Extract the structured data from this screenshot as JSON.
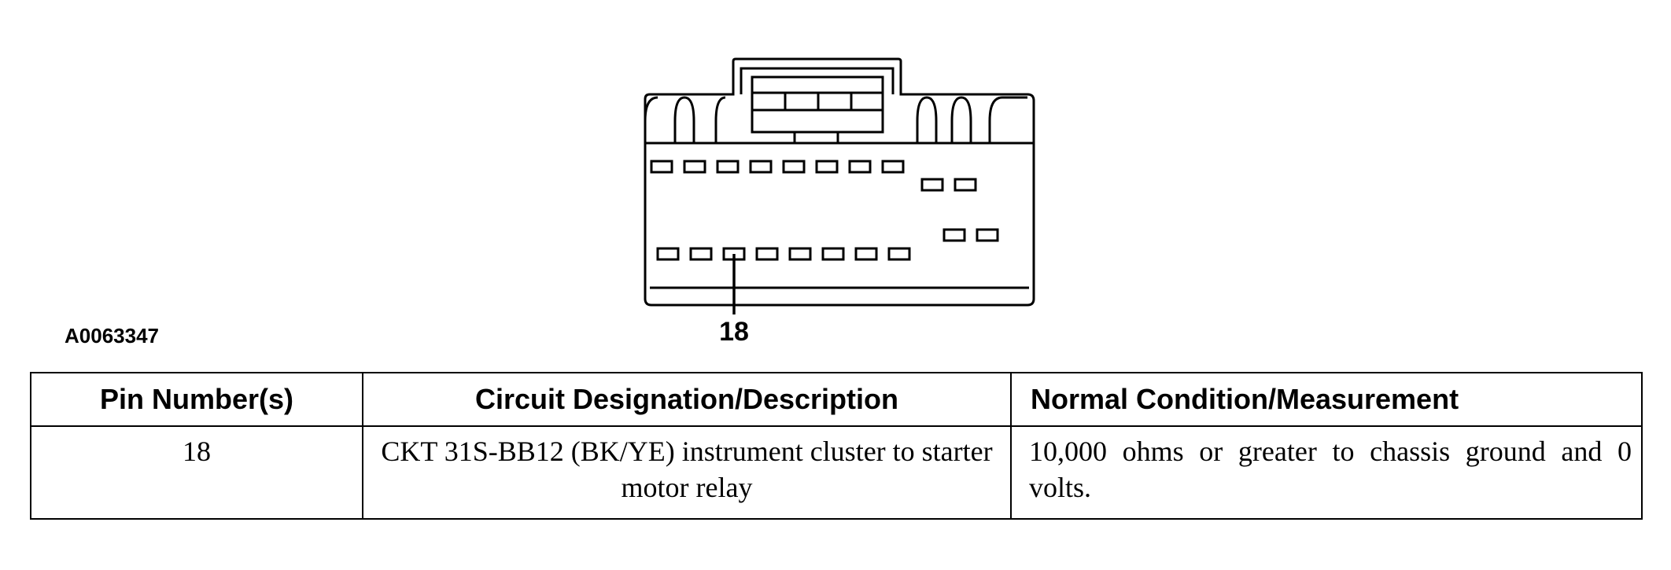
{
  "figure": {
    "id": "A0063347",
    "callout_pin": "18"
  },
  "table": {
    "headers": [
      "Pin Number(s)",
      "Circuit Designation/Description",
      "Normal Condition/Measurement"
    ],
    "rows": [
      {
        "pin": "18",
        "circuit": "CKT 31S-BB12 (BK/YE) instrument cluster to starter motor relay",
        "condition": "10,000 ohms or greater to chassis ground and 0 volts."
      }
    ]
  }
}
